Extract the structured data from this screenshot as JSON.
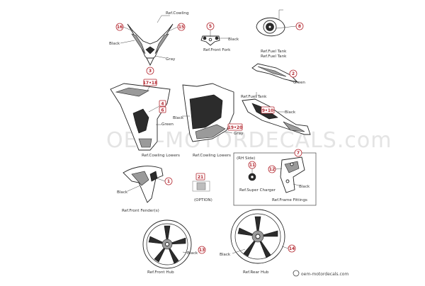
{
  "watermark": "OEM-MOTORDECALS.com",
  "footer": "oem-motordecals.com",
  "callouts": {
    "c16": "16",
    "c15": "15",
    "c3": "3",
    "c5": "5",
    "c8": "8",
    "c2": "2",
    "c17_18": "17•18",
    "c4": "4",
    "c6": "6",
    "c9_10": "9•10",
    "c19_20": "19•20",
    "c7": "7",
    "c11": "11",
    "c12": "12",
    "c21": "21",
    "c1": "1",
    "c13": "13",
    "c14": "14"
  },
  "labels": {
    "ref_cowling": "Ref.Cowling",
    "black_cowl": "Black",
    "gray_cowl": "Gray",
    "black_fork": "Black",
    "ref_front_fork": "Ref.Front Fork",
    "ref_fuel_tank_1": "Ref.Fuel Tank",
    "ref_fuel_tank_2": "Ref.Fuel Tank",
    "green_tank": "Green",
    "green_lower": "Green",
    "ref_cowling_lowers_left": "Ref.Cowling Lowers",
    "black_lower_r": "Black",
    "gray_lower_r": "Gray",
    "ref_cowling_lowers_right": "Ref.Cowling Lowers",
    "ref_fuel_tank_3": "Ref.Fuel Tank",
    "black_tail": "Black",
    "rh_side": "(RH Side)",
    "ref_super_charger": "Ref.Super Charger",
    "black_frame": "Black",
    "ref_frame_fittings": "Ref.Frame Fittings",
    "option_en": "(OPTION)",
    "black_fender": "Black",
    "ref_front_fender": "Ref.Front Fender(s)",
    "black_front_hub": "Black",
    "ref_front_hub": "Ref.Front Hub",
    "black_rear_hub": "Black",
    "ref_rear_hub": "Ref.Rear Hub"
  },
  "colors": {
    "callout_red": "#b3262e",
    "line": "#222222"
  }
}
